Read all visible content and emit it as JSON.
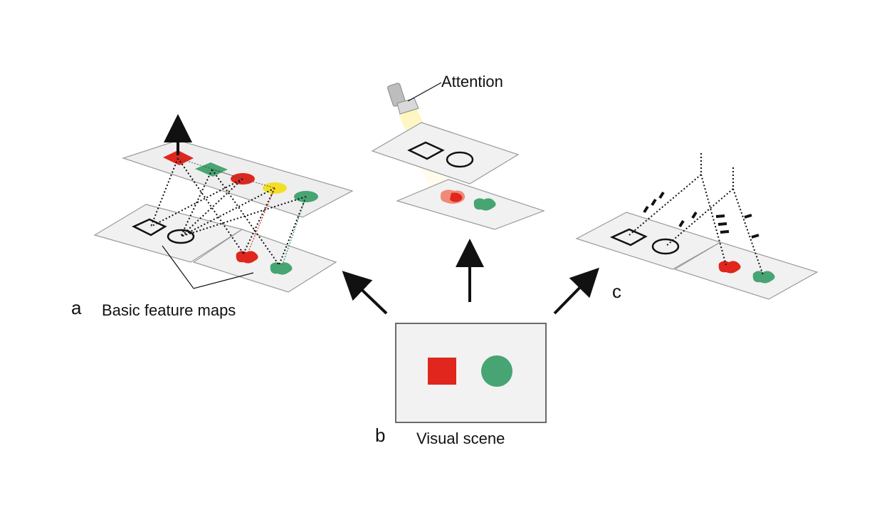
{
  "labels": {
    "a": "a",
    "b": "b",
    "c": "c",
    "basic_feature_maps": "Basic feature maps",
    "visual_scene": "Visual scene",
    "attention": "Attention"
  },
  "colors": {
    "red": "#e0261d",
    "green": "#46a572",
    "yellow": "#f3e025",
    "plane": "#f1f1f1"
  },
  "icons": [
    "flashlight-icon",
    "arrow-icon"
  ]
}
